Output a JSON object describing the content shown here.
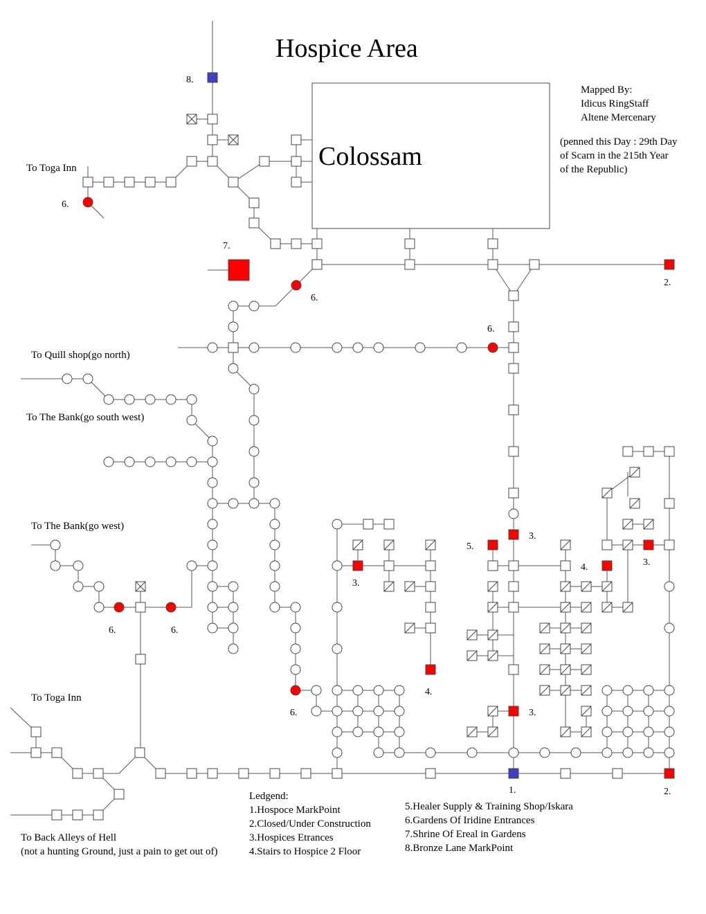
{
  "title": "Hospice Area",
  "building": "Colossam",
  "credits": [
    "Mapped By:",
    "Idicus RingStaff",
    "Altene Mercenary"
  ],
  "penned": [
    "(penned this Day : 29th Day",
    "of Scarn in the 215th Year",
    "of the Republic)"
  ],
  "exits": {
    "toga_inn_north": "To Toga Inn",
    "quill_shop": "To Quill shop(go north)",
    "bank_southwest": "To The Bank(go south west)",
    "bank_west": "To The Bank(go west)",
    "toga_inn_south": "To Toga Inn",
    "back_alleys_1": "To Back Alleys of Hell",
    "back_alleys_2": "(not a hunting Ground, just a pain to get out of)"
  },
  "legend": {
    "heading": "Ledgend:",
    "items": [
      "1.Hospoce MarkPoint",
      "2.Closed/Under Construction",
      "3.Hospices Etrances",
      "4.Stairs to Hospice 2 Floor",
      "5.Healer Supply & Training Shop/Iskara",
      "6.Gardens Of Iridine Entrances",
      "7.Shrine Of Ereal in Gardens",
      "8.Bronze Lane MarkPoint"
    ]
  },
  "markers": [
    "1.",
    "2.",
    "3.",
    "4.",
    "5.",
    "6.",
    "7.",
    "8."
  ],
  "colors": {
    "closed_or_landmark": "#ff0000",
    "markpoint": "#4040c0",
    "room_fill": "#ffffff",
    "line": "#555555"
  },
  "node_types": [
    "room-square",
    "room-circle",
    "room-hatched",
    "red-square",
    "red-circle",
    "blue-square"
  ]
}
